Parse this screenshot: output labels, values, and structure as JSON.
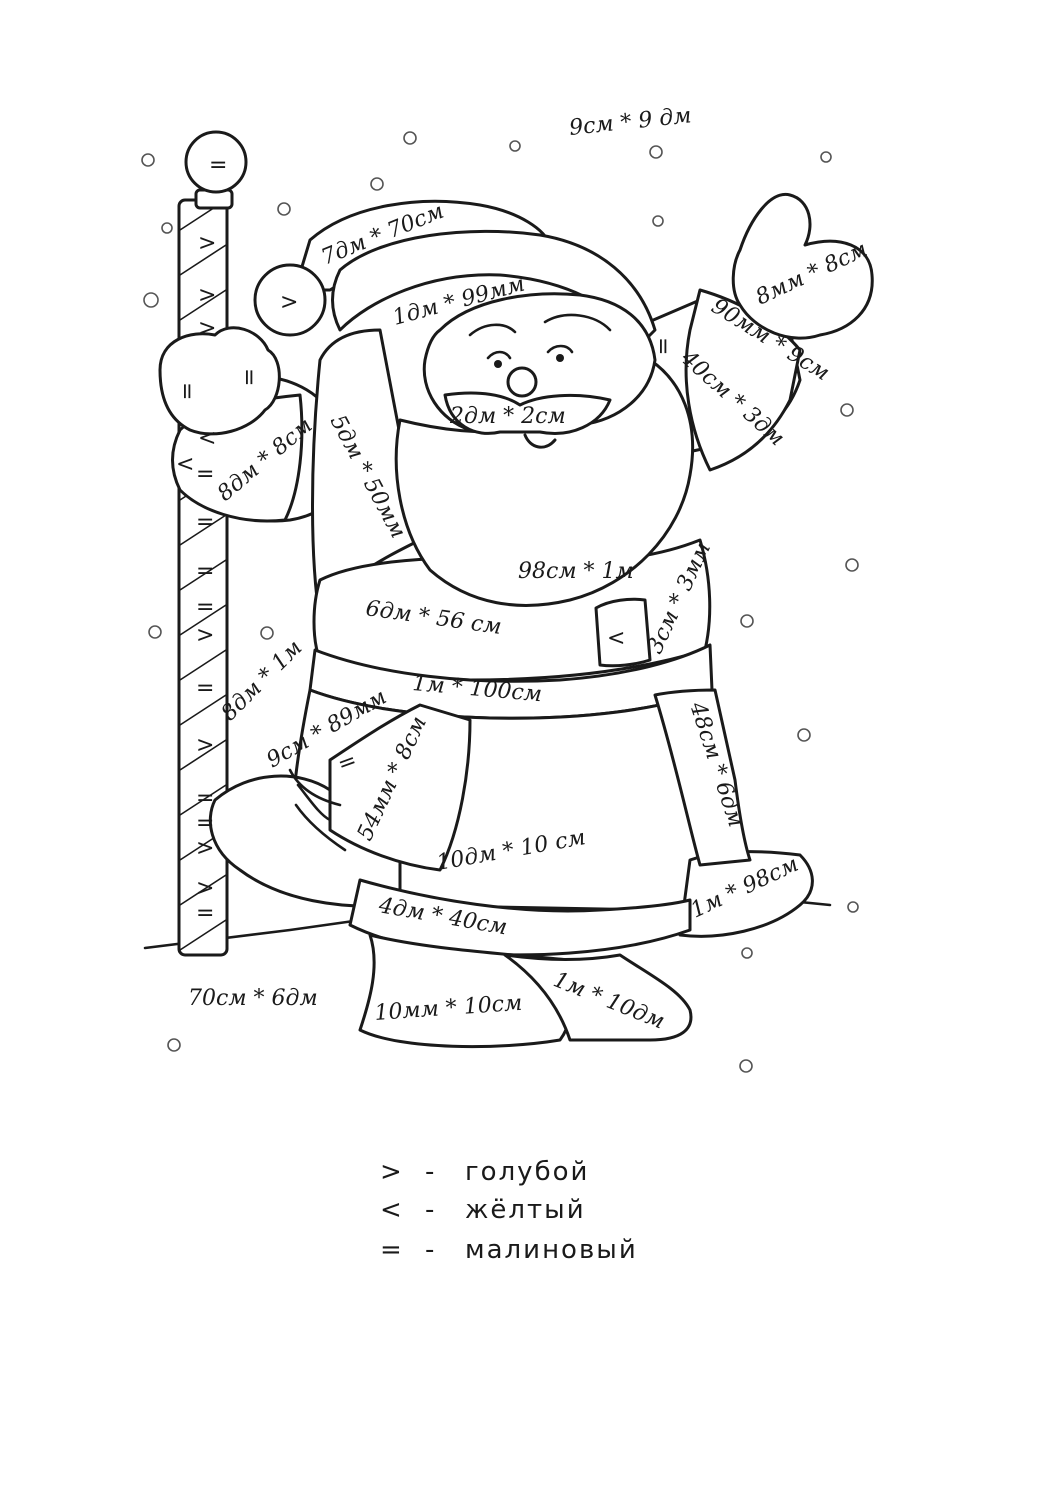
{
  "tasks": {
    "top_right": "9см * 9 дм",
    "hat_pompom_tail": "7дм * 70см",
    "hat_brim": "1дм * 99мм",
    "mitten_right": "8мм * 8см",
    "sleeve_right_top": "90мм * 9см",
    "sleeve_right_cuff": "40см * 3дм",
    "mouth": "2дм * 2см",
    "coat_left_collar": "5дм * 50мм",
    "sleeve_left_cuff": "8дм * 8см",
    "beard_bottom": "98см * 1м",
    "chest": "6дм * 56 см",
    "coat_fold": "3см * 3мм",
    "left_of_coat": "8дм * 1м",
    "belt": "1м * 100см",
    "sleeve_cuff_lower": "9см * 89мм",
    "coat_panel": "54мм * 8см",
    "coat_right_side": "48см * 6дм",
    "coat_center": "10дм * 10 см",
    "coat_hem_right": "1м * 98см",
    "coat_hem": "4дм * 40см",
    "left_boot_outside": "70см * 6дм",
    "left_boot": "10мм * 10см",
    "right_boot": "1м * 10дм"
  },
  "symbols": {
    "staff_top": "=",
    "pompom": ">",
    "left_mitten_a": "=",
    "left_mitten_b": "=",
    "staff_hand": "<",
    "hat_right": "=",
    "coat_fold": "<",
    "coat_panel": "=",
    "staff": [
      ">",
      ">",
      ">",
      "<",
      "=",
      "=",
      "=",
      "=",
      ">",
      "=",
      ">",
      "=",
      ">",
      "=",
      ">",
      "="
    ]
  },
  "legend": [
    {
      "symbol": ">",
      "dash": "-",
      "color_name": "голубой"
    },
    {
      "symbol": "<",
      "dash": "-",
      "color_name": "жёлтый"
    },
    {
      "symbol": "=",
      "dash": "-",
      "color_name": "малиновый"
    }
  ]
}
